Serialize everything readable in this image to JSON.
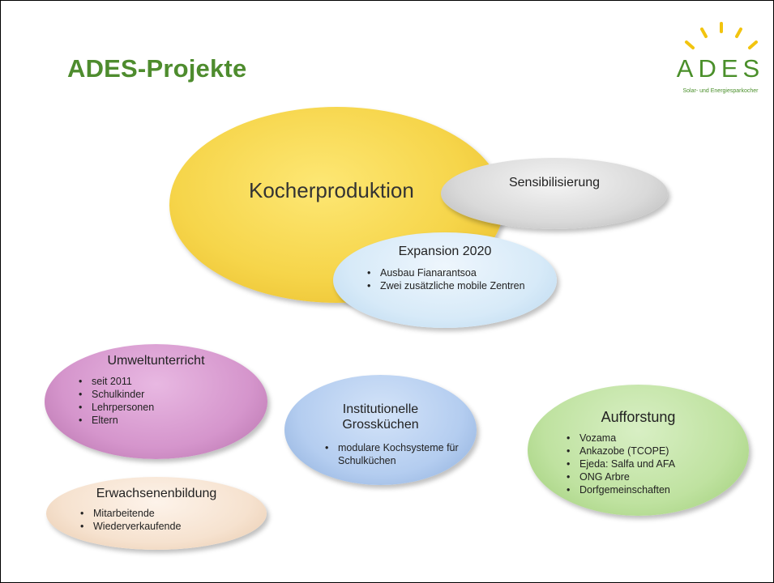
{
  "slide": {
    "title": "ADES-Projekte"
  },
  "logo": {
    "word": "ADES",
    "subtitle": "Solar- und Energiesparkocher",
    "icon": "sun-rays-icon",
    "color": "#4a8f2a"
  },
  "bubbles": {
    "kocherproduktion": {
      "title": "Kocherproduktion",
      "color": "#f6d54a"
    },
    "sensibilisierung": {
      "title": "Sensibilisierung",
      "color": "#d9d9d9"
    },
    "expansion": {
      "title": "Expansion 2020",
      "color": "#d7eaf8",
      "items": [
        "Ausbau Fianarantsoa",
        "Zwei zusätzliche mobile Zentren"
      ]
    },
    "umweltunterricht": {
      "title": "Umweltunterricht",
      "color": "#d595cc",
      "items": [
        "seit 2011",
        "Schulkinder",
        "Lehrpersonen",
        "Eltern"
      ]
    },
    "grosskuechen": {
      "title_line1": "Institutionelle",
      "title_line2": "Grossküchen",
      "color": "#b4cdf0",
      "items": [
        "modulare Kochsysteme für Schulküchen"
      ]
    },
    "aufforstung": {
      "title": "Aufforstung",
      "color": "#bfe2a0",
      "items": [
        "Vozama",
        "Ankazobe (TCOPE)",
        "Ejeda: Salfa und AFA",
        "ONG Arbre",
        "Dorfgemeinschaften"
      ]
    },
    "erwachsenenbildung": {
      "title": "Erwachsenenbildung",
      "color": "#f6e2cf",
      "items": [
        "Mitarbeitende",
        "Wiederverkaufende"
      ]
    }
  }
}
